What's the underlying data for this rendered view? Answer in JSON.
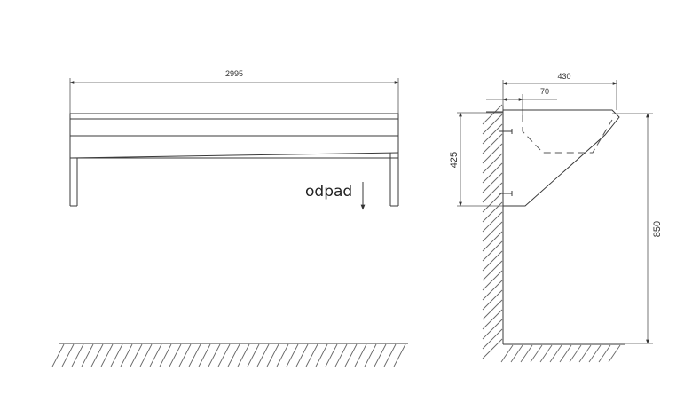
{
  "front_view": {
    "width_dim": "2995",
    "drain_label": "odpad"
  },
  "side_view": {
    "depth_dim": "430",
    "offset_dim": "70",
    "height_dim_small": "425",
    "height_dim_large": "850"
  }
}
